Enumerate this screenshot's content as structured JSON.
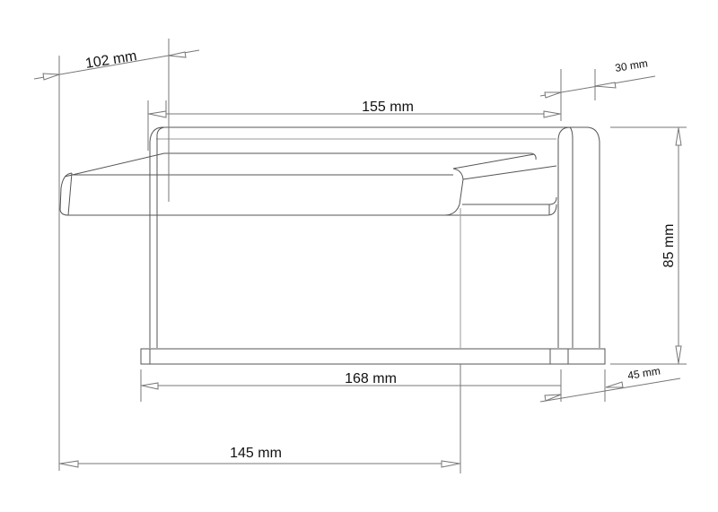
{
  "drawing": {
    "subject": "wall-mounted waterfall basin faucet, side elevation",
    "line_color": "#555555",
    "dimension_line_color": "#777777",
    "background": "#ffffff"
  },
  "dimensions": {
    "spout_depth": {
      "label": "102 mm",
      "value": 102,
      "unit": "mm"
    },
    "body_depth": {
      "label": "30 mm",
      "value": 30,
      "unit": "mm"
    },
    "top_length": {
      "label": "155 mm",
      "value": 155,
      "unit": "mm"
    },
    "height": {
      "label": "85 mm",
      "value": 85,
      "unit": "mm"
    },
    "base_length": {
      "label": "168 mm",
      "value": 168,
      "unit": "mm"
    },
    "base_depth": {
      "label": "45 mm",
      "value": 45,
      "unit": "mm"
    },
    "projection": {
      "label": "145 mm",
      "value": 145,
      "unit": "mm"
    }
  }
}
